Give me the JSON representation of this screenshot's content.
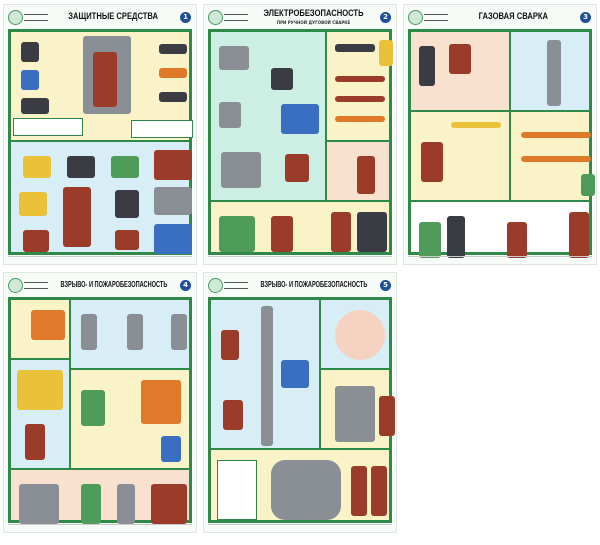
{
  "posters": [
    {
      "number": "1",
      "title": "ЗАЩИТНЫЕ СРЕДСТВА",
      "subtitle": ""
    },
    {
      "number": "2",
      "title": "ЭЛЕКТРОБЕЗОПАСНОСТЬ",
      "subtitle": "ПРИ РУЧНОЙ ДУГОВОЙ СВАРКЕ"
    },
    {
      "number": "3",
      "title": "ГАЗОВАЯ СВАРКА",
      "subtitle": ""
    },
    {
      "number": "4",
      "title": "ВЗРЫВО- И ПОЖАРОБЕЗОПАСНОСТЬ",
      "subtitle": ""
    },
    {
      "number": "5",
      "title": "ВЗРЫВО- И ПОЖАРОБЕЗОПАСНОСТЬ",
      "subtitle": ""
    }
  ],
  "colors": {
    "frame": "#2f8a4a",
    "badge": "#1d4f9a"
  }
}
